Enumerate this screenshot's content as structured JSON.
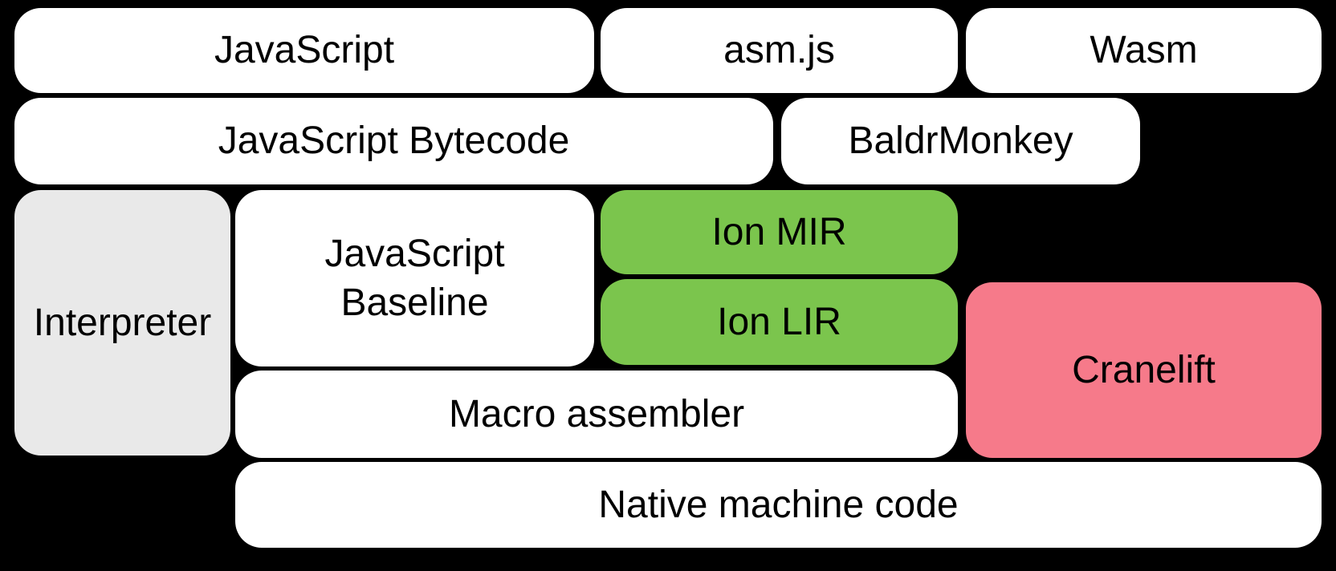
{
  "colors": {
    "background": "#000000",
    "text": "#000000",
    "box_white": "#ffffff",
    "box_gray": "#e9e9e9",
    "box_green": "#7bc54d",
    "box_pink": "#f67a8a"
  },
  "boxes": {
    "javascript": {
      "label": "JavaScript"
    },
    "asmjs": {
      "label": "asm.js"
    },
    "wasm": {
      "label": "Wasm"
    },
    "bytecode": {
      "label": "JavaScript Bytecode"
    },
    "baldrmonkey": {
      "label": "BaldrMonkey"
    },
    "interpreter": {
      "label": "Interpreter"
    },
    "baseline": {
      "label": "JavaScript Baseline"
    },
    "ion_mir": {
      "label": "Ion MIR"
    },
    "ion_lir": {
      "label": "Ion LIR"
    },
    "cranelift": {
      "label": "Cranelift"
    },
    "macro_assembler": {
      "label": "Macro assembler"
    },
    "native_machine_code": {
      "label": "Native machine code"
    }
  }
}
